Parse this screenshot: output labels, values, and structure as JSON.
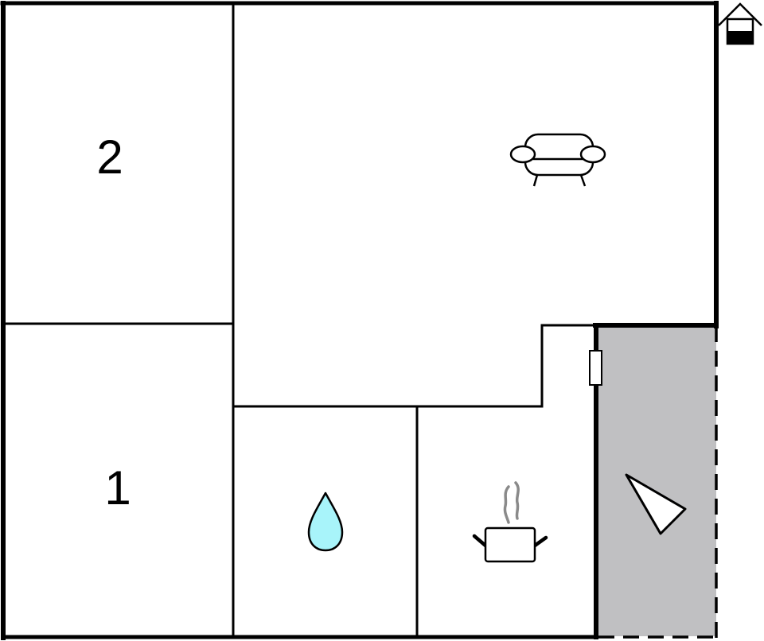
{
  "floorplan": {
    "rooms": [
      {
        "id": "bedroom-2",
        "label": "2",
        "type": "bedroom"
      },
      {
        "id": "bedroom-1",
        "label": "1",
        "type": "bedroom"
      },
      {
        "id": "living-room",
        "label": "",
        "type": "living room",
        "icon": "sofa-icon"
      },
      {
        "id": "bathroom",
        "label": "",
        "type": "bathroom",
        "icon": "water-drop-icon"
      },
      {
        "id": "kitchen",
        "label": "",
        "type": "kitchen",
        "icon": "cooking-pot-icon"
      },
      {
        "id": "terrace",
        "label": "",
        "type": "terrace",
        "icon": "triangle-marker-icon"
      }
    ],
    "colors": {
      "wall": "#000000",
      "background": "#ffffff",
      "terrace_fill": "#c0c0c2",
      "water_drop": "#a8f4fa",
      "steam": "#8a8a8a"
    },
    "legend_icon": "house-floor-icon"
  }
}
